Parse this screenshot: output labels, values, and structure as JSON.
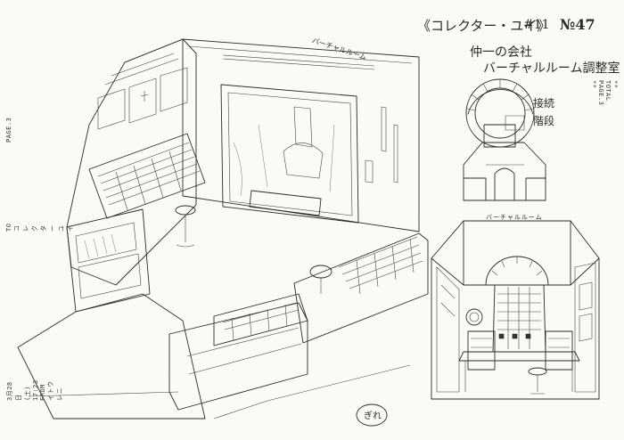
{
  "header": {
    "title": "《コレクター・ユイ》",
    "episode": "#11",
    "page_number": "№47",
    "scene_line1": "仲一の会社",
    "scene_line2": "バーチャルルーム調整室"
  },
  "annotations": {
    "screen_label": "バーチャルルーム",
    "side_note_1": "接続",
    "side_note_2": "階段",
    "section_label": "バーチャルルーム"
  },
  "fax": {
    "left_line1": "TO コレクターユイ",
    "left_line2": "PAGE.3",
    "left_line3": "3月28日 (土) 17:23  FROM イトウレニ",
    "right_line1": "** TOTAL PAGE.3 **"
  },
  "stamp": {
    "text": "ぎれ"
  },
  "colors": {
    "paper": "#fafaf7",
    "ink": "#2b2b2b"
  }
}
